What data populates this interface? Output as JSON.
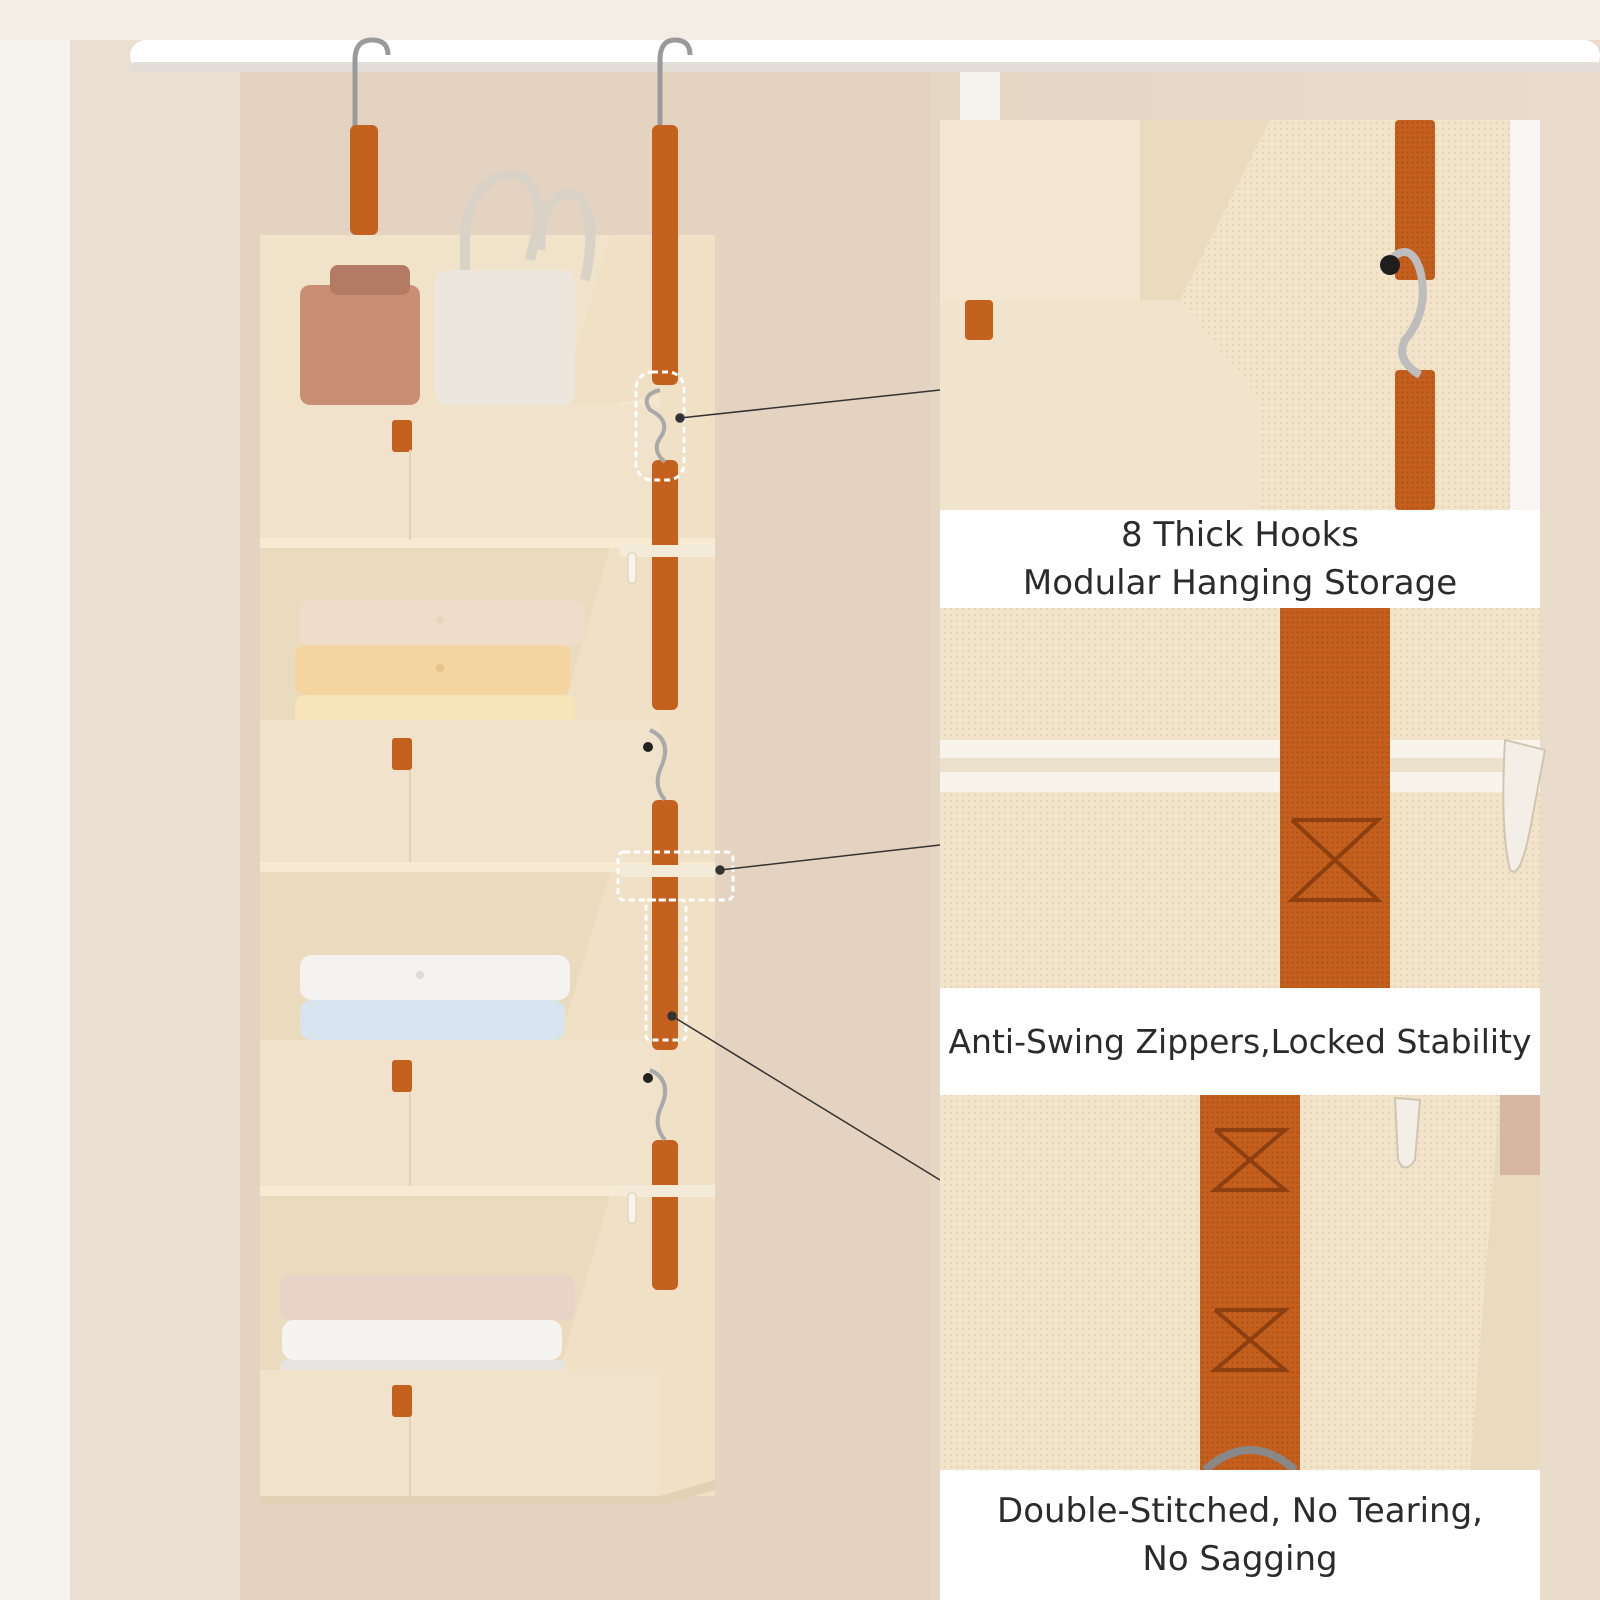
{
  "captions": {
    "hooks": {
      "line1": "8 Thick Hooks",
      "line2": "Modular Hanging Storage"
    },
    "zippers": {
      "line1": "Anti-Swing Zippers,Locked Stability"
    },
    "stitching": {
      "line1": "Double-Stitched, No Tearing,",
      "line2": "No Sagging"
    }
  },
  "colors": {
    "fabric": "#f3e6cf",
    "strap": "#c4611f",
    "wall": "#eadccb",
    "rod": "#ffffff"
  }
}
